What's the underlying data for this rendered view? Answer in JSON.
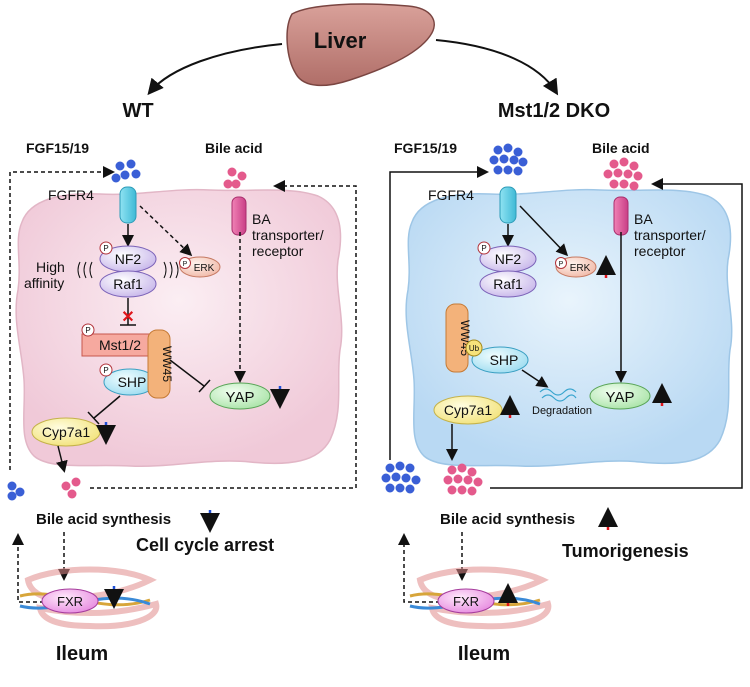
{
  "organ": "Liver",
  "left": {
    "title": "WT",
    "fgf_label": "FGF15/19",
    "bile_acid_label": "Bile acid",
    "receptor_label": "FGFR4",
    "ba_transporter": [
      "BA",
      "transporter/",
      "receptor"
    ],
    "nf2": "NF2",
    "raf1": "Raf1",
    "erk": "ERK",
    "high_affinity": [
      "High",
      "affinity"
    ],
    "mst": "Mst1/2",
    "ww45": "WW45",
    "shp": "SHP",
    "yap": "YAP",
    "cyp": "Cyp7a1",
    "synthesis": "Bile acid synthesis",
    "outcome": "Cell cycle arrest",
    "fxr": "FXR",
    "ileum": "Ileum",
    "phospho": "P"
  },
  "right": {
    "title": "Mst1/2 DKO",
    "fgf_label": "FGF15/19",
    "bile_acid_label": "Bile acid",
    "receptor_label": "FGFR4",
    "ba_transporter": [
      "BA",
      "transporter/",
      "receptor"
    ],
    "nf2": "NF2",
    "raf1": "Raf1",
    "erk": "ERK",
    "ww45": "WW45",
    "ub": "Ub",
    "shp": "SHP",
    "degradation": "Degradation",
    "yap": "YAP",
    "cyp": "Cyp7a1",
    "synthesis": "Bile acid synthesis",
    "outcome": "Tumorigenesis",
    "fxr": "FXR",
    "ileum": "Ileum",
    "phospho": "P"
  },
  "colors": {
    "fgf_blue": "#2a5fd8",
    "up_red": "#e0151b",
    "down_blue": "#1f4fd6",
    "wt_cell": "#f6dbe5",
    "dko_cell": "#cfe6f8",
    "liver": "#c98a84",
    "bile_dot": "#e45a8c",
    "fgf_dot": "#3a5fd6"
  }
}
